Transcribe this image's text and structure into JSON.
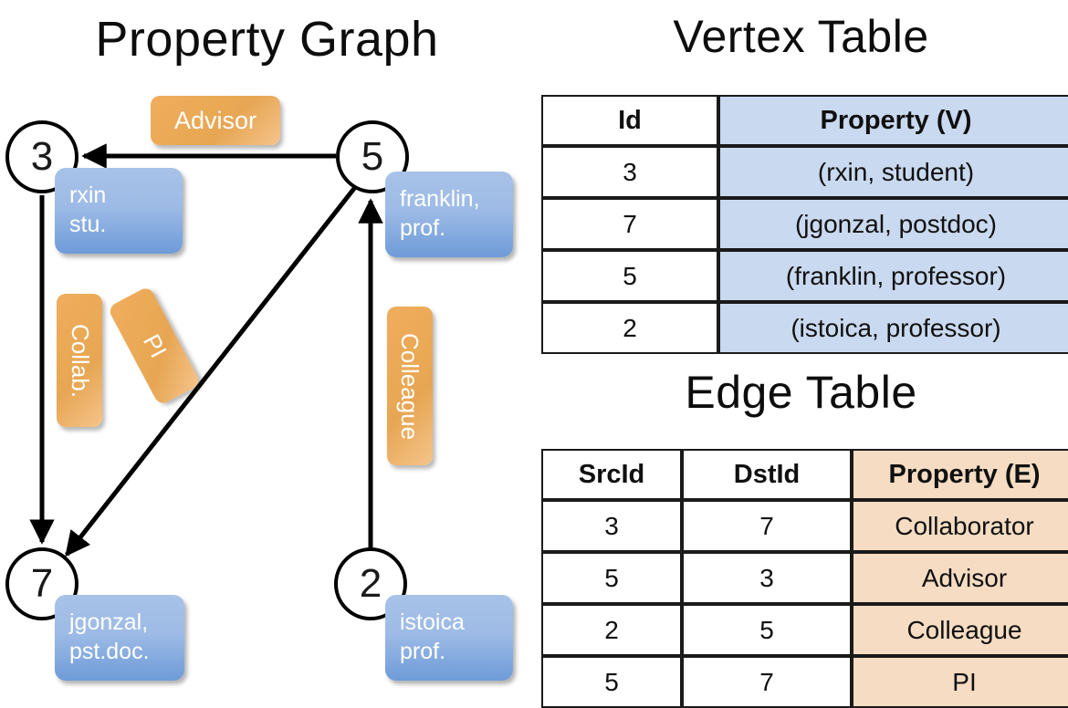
{
  "titles": {
    "property_graph": "Property Graph",
    "vertex_table": "Vertex Table",
    "edge_table": "Edge Table"
  },
  "graph": {
    "nodes": [
      {
        "id": "3",
        "name": "node-3",
        "prop_lines": [
          "rxin",
          "stu."
        ]
      },
      {
        "id": "5",
        "name": "node-5",
        "prop_lines": [
          "franklin,",
          "prof."
        ]
      },
      {
        "id": "7",
        "name": "node-7",
        "prop_lines": [
          "jgonzal,",
          "pst.doc."
        ]
      },
      {
        "id": "2",
        "name": "node-2",
        "prop_lines": [
          "istoica",
          "prof."
        ]
      }
    ],
    "edge_labels": [
      {
        "name": "advisor",
        "text": "Advisor"
      },
      {
        "name": "collab",
        "text": "Collab."
      },
      {
        "name": "pi",
        "text": "PI"
      },
      {
        "name": "colleague",
        "text": "Colleague"
      }
    ]
  },
  "vertex_table": {
    "headers": [
      "Id",
      "Property (V)"
    ],
    "rows": [
      {
        "id": "3",
        "property": "(rxin, student)"
      },
      {
        "id": "7",
        "property": "(jgonzal, postdoc)"
      },
      {
        "id": "5",
        "property": "(franklin, professor)"
      },
      {
        "id": "2",
        "property": "(istoica, professor)"
      }
    ]
  },
  "edge_table": {
    "headers": [
      "SrcId",
      "DstId",
      "Property (E)"
    ],
    "rows": [
      {
        "src": "3",
        "dst": "7",
        "property": "Collaborator"
      },
      {
        "src": "5",
        "dst": "3",
        "property": "Advisor"
      },
      {
        "src": "2",
        "dst": "5",
        "property": "Colleague"
      },
      {
        "src": "5",
        "dst": "7",
        "property": "PI"
      }
    ]
  },
  "colors": {
    "vertex_property_fill": "#c9d9ef",
    "edge_property_fill": "#f5dcc2",
    "node_box_blue": "#9dbbe6",
    "edge_label_orange": "#eaa955",
    "stroke": "#000000"
  }
}
